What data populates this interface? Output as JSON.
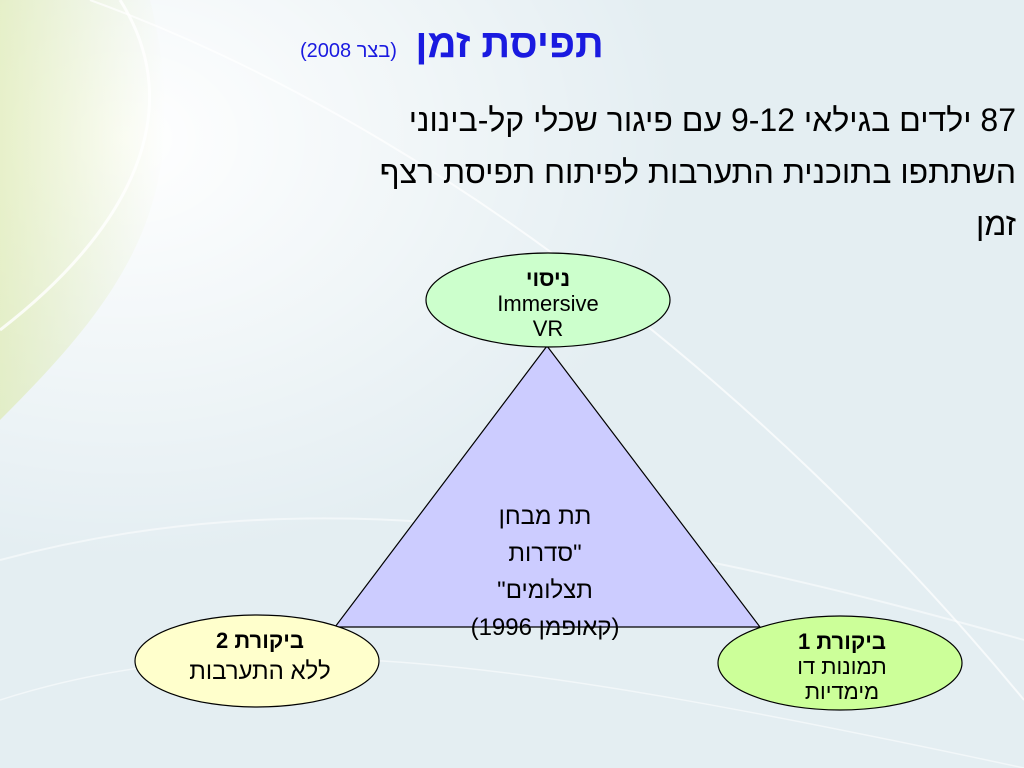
{
  "title": {
    "main": "תפיסת זמן",
    "subtitle": "(בצר 2008)"
  },
  "body": {
    "lines": [
      "87 ילדים בגילאי 9-12 עם פיגור שכלי קל-בינוני",
      "השתתפו בתוכנית התערבות לפיתוח תפיסת רצף",
      "זמן"
    ]
  },
  "diagram": {
    "center_lines": [
      "תת מבחן",
      "\"סדרות",
      "תצלומים\"",
      "(קאופמן 1996)"
    ],
    "top_node": {
      "heading": "ניסוי",
      "lines": [
        "Immersive",
        "VR"
      ]
    },
    "left_node": {
      "heading": "ביקורת 2",
      "lines": [
        "ללא התערבות"
      ]
    },
    "right_node": {
      "heading": "ביקורת 1",
      "lines": [
        "תמונות דו",
        "מימדיות"
      ]
    }
  },
  "colors": {
    "title": "#1a1ae0",
    "triangle_fill": "#ccccff",
    "top_node_fill": "#ccffcc",
    "left_node_fill": "#ffffcc",
    "right_node_fill": "#ccff99"
  }
}
